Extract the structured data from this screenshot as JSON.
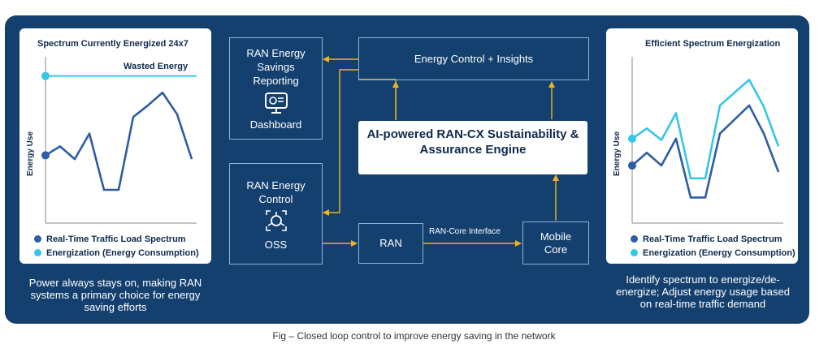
{
  "left_card": {
    "title": "Spectrum Currently Energized 24x7",
    "annotation": "Wasted Energy",
    "ylabel": "Energy Use",
    "legend": [
      "Real-Time Traffic Load Spectrum",
      "Energization (Energy Consumption)"
    ],
    "caption": "Power always stays on, making RAN systems a primary choice for energy saving efforts"
  },
  "right_card": {
    "title": "Efficient Spectrum Energization",
    "ylabel": "Energy Use",
    "legend": [
      "Real-Time Traffic Load Spectrum",
      "Energization (Energy Consumption)"
    ],
    "caption": "Identify spectrum to energize/de-energize; Adjust energy usage based on real-time traffic demand"
  },
  "boxes": {
    "reporting": "RAN Energy Savings Reporting",
    "dashboard": "Dashboard",
    "control": "RAN Energy Control",
    "oss": "OSS",
    "insights": "Energy Control + Insights",
    "engine": "AI-powered RAN-CX Sustainability & Assurance Engine",
    "ran": "RAN",
    "core": "Mobile Core",
    "interface": "RAN-Core Interface"
  },
  "figure_caption": "Fig –  Closed loop control to improve energy saving in the network",
  "colors": {
    "panel": "#14406f",
    "traffic": "#2d5da3",
    "energization": "#36c6e8",
    "arrow": "#f2b21b"
  },
  "chart_data": [
    {
      "type": "line",
      "title": "Spectrum Currently Energized 24x7",
      "ylabel": "Energy Use",
      "x": [
        0,
        1,
        2,
        3,
        4,
        5,
        6,
        7,
        8,
        9,
        10,
        11
      ],
      "series": [
        {
          "name": "Real-Time Traffic Load Spectrum",
          "values": [
            5.3,
            6.0,
            5.0,
            7.0,
            2.6,
            2.6,
            8.3,
            9.2,
            10.2,
            8.5,
            5.0
          ]
        },
        {
          "name": "Energization (Energy Consumption)",
          "values": [
            11.5
          ]
        }
      ],
      "annotations": [
        "Wasted Energy"
      ],
      "grid": false
    },
    {
      "type": "line",
      "title": "Efficient Spectrum Energization",
      "ylabel": "Energy Use",
      "x": [
        0,
        1,
        2,
        3,
        4,
        5,
        6,
        7,
        8,
        9,
        10,
        11
      ],
      "series": [
        {
          "name": "Real-Time Traffic Load Spectrum",
          "values": [
            4.5,
            5.5,
            4.5,
            6.6,
            2.0,
            2.0,
            7.0,
            8.1,
            9.2,
            7.0,
            4.0
          ]
        },
        {
          "name": "Energization (Energy Consumption)",
          "values": [
            6.6,
            7.4,
            6.5,
            8.6,
            3.5,
            3.5,
            9.2,
            10.2,
            11.2,
            9.1,
            6.0
          ]
        }
      ],
      "grid": false
    }
  ]
}
